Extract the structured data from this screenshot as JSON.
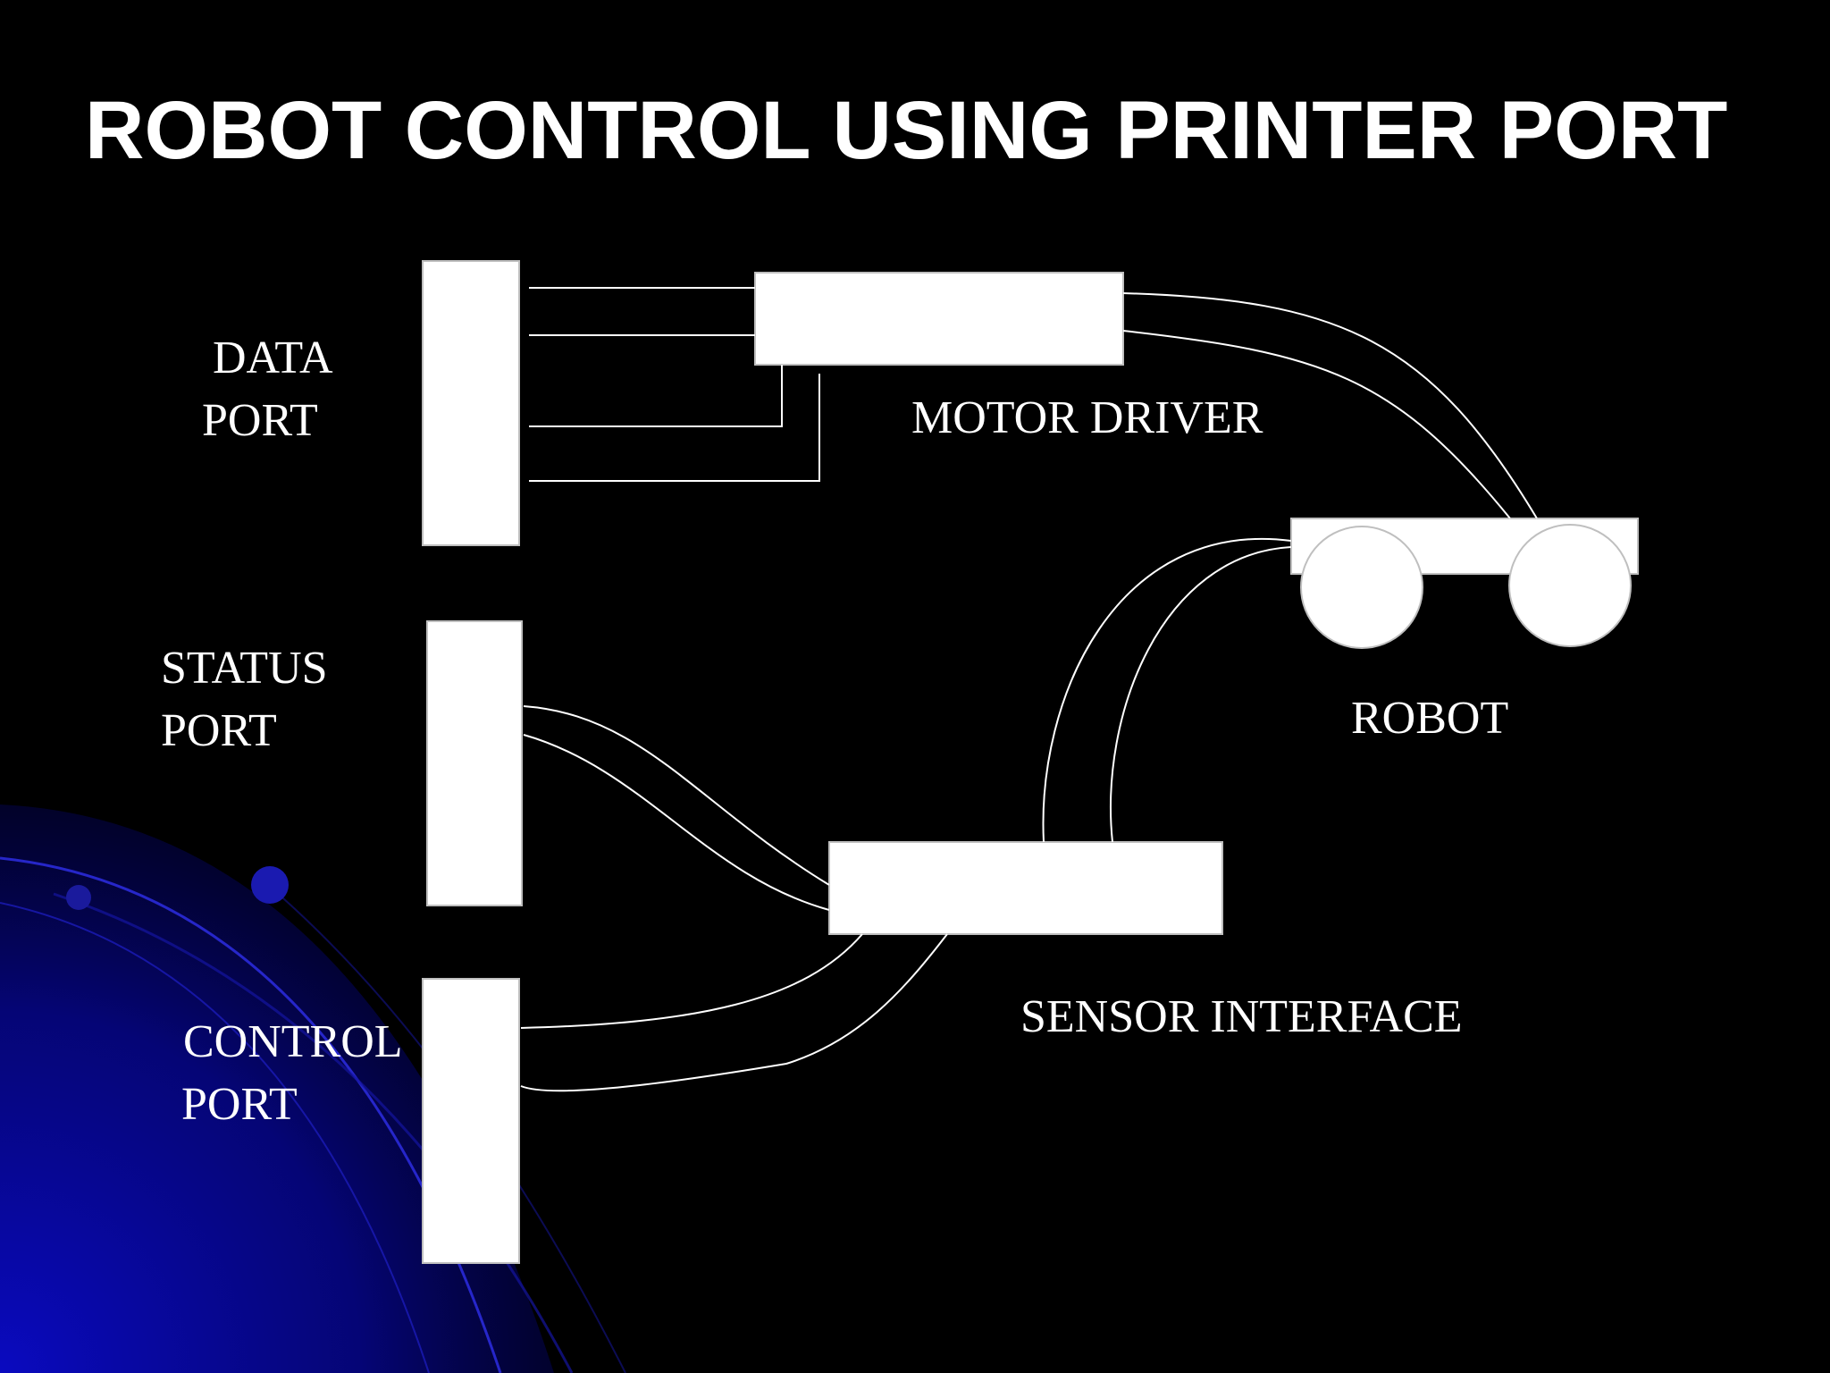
{
  "slide": {
    "title": "ROBOT CONTROL USING PRINTER PORT",
    "colors": {
      "background": "#000000",
      "accent_blue": "#1a1aa8",
      "foreground": "#ffffff"
    }
  },
  "diagram": {
    "data_port": {
      "line1": "DATA",
      "line2": "PORT"
    },
    "status_port": {
      "line1": "STATUS",
      "line2": "PORT"
    },
    "control_port": {
      "line1": "CONTROL",
      "line2": "PORT"
    },
    "motor_driver": {
      "label": "MOTOR DRIVER"
    },
    "sensor_interface": {
      "label": "SENSOR INTERFACE"
    },
    "robot": {
      "label": "ROBOT"
    }
  }
}
